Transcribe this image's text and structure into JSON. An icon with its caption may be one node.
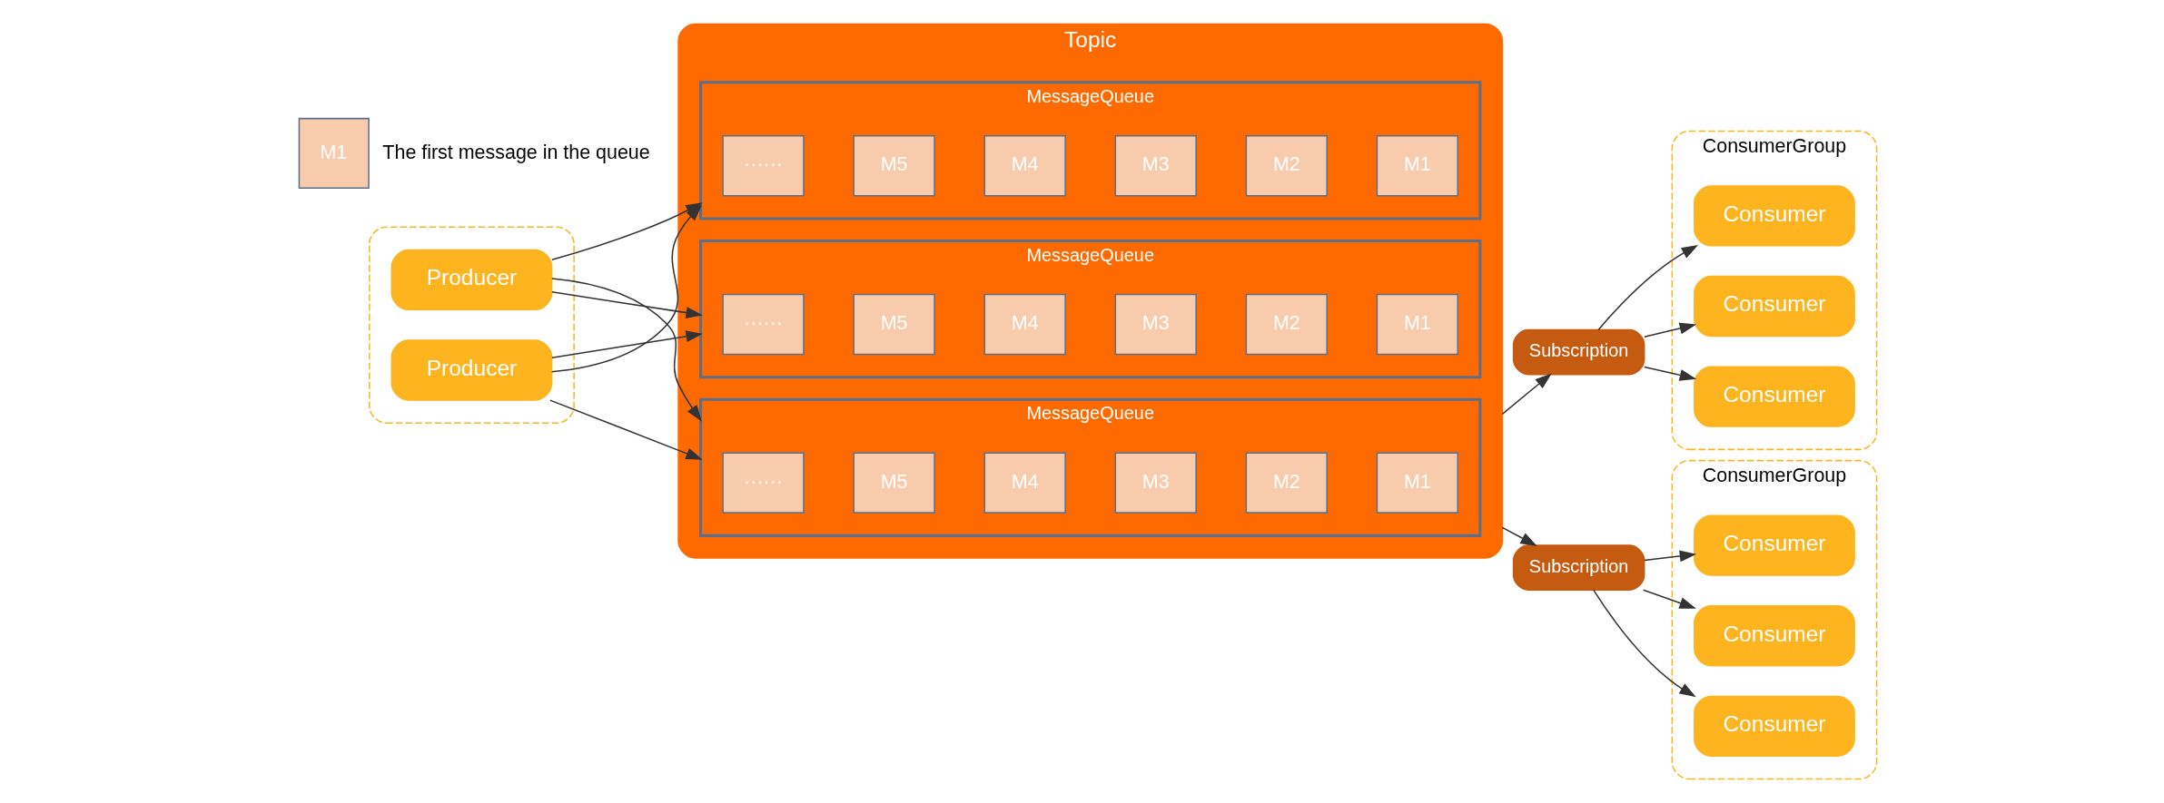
{
  "diagram": {
    "nodes": [
      {
        "text": [],
        "shape": "box"
      },
      {
        "text": [
          "Producer"
        ],
        "in": 0
      },
      {
        "text": [
          "Producer"
        ],
        "in": 0
      },
      {
        "text": [
          "Topic"
        ]
      },
      {
        "text": [
          "MessageQueue"
        ],
        "in": 3
      },
      {
        "text": [
          "······"
        ],
        "in": 4
      },
      {
        "text": [
          "M5"
        ],
        "in": 4
      },
      {
        "text": [
          "M4"
        ],
        "in": 4
      },
      {
        "text": [
          "M3"
        ],
        "in": 4
      },
      {
        "text": [
          "M2"
        ],
        "in": 4
      },
      {
        "text": [
          "M1"
        ],
        "in": 4
      },
      {
        "text": [
          "MessageQueue"
        ],
        "in": 3
      },
      {
        "text": [
          "······"
        ],
        "in": 11
      },
      {
        "text": [
          "M5"
        ],
        "in": 11
      },
      {
        "text": [
          "M4"
        ],
        "in": 11
      },
      {
        "text": [
          "M3"
        ],
        "in": 11
      },
      {
        "text": [
          "M2"
        ],
        "in": 11
      },
      {
        "text": [
          "M1"
        ],
        "in": 11
      },
      {
        "text": [
          "MessageQueue"
        ],
        "in": 3
      },
      {
        "text": [
          "······"
        ],
        "in": 18
      },
      {
        "text": [
          "M5"
        ],
        "in": 18
      },
      {
        "text": [
          "M4"
        ],
        "in": 18
      },
      {
        "text": [
          "M3"
        ],
        "in": 18
      },
      {
        "text": [
          "M2"
        ],
        "in": 18
      },
      {
        "text": [
          "M1"
        ],
        "in": 18
      },
      {
        "text": [
          "Subscription"
        ]
      },
      {
        "text": [
          "ConsumerGroup"
        ]
      },
      {
        "text": [
          "Consumer"
        ],
        "in": 26
      },
      {
        "text": [
          "Consumer"
        ],
        "in": 26
      },
      {
        "text": [
          "Consumer"
        ],
        "in": 26
      },
      {
        "text": [
          "Subscription"
        ]
      },
      {
        "text": [
          "ConsumerGroup"
        ]
      },
      {
        "text": [
          "Consumer"
        ],
        "in": 31
      },
      {
        "text": [
          "Consumer"
        ],
        "in": 31
      },
      {
        "text": [
          "Consumer"
        ],
        "in": 31
      }
    ],
    "edges": [
      {
        "from": 1,
        "to": 4,
        "arrow": "to"
      },
      {
        "from": 1,
        "to": 11,
        "arrow": "to"
      },
      {
        "from": 1,
        "to": 18,
        "arrow": "to"
      },
      {
        "from": 2,
        "to": 4,
        "arrow": "to"
      },
      {
        "from": 2,
        "to": 11,
        "arrow": "to"
      },
      {
        "from": 2,
        "to": 18,
        "arrow": "to"
      },
      {
        "from": 3,
        "to": 25,
        "arrow": "to"
      },
      {
        "from": 3,
        "to": 30,
        "arrow": "to"
      },
      {
        "from": 25,
        "to": 27,
        "arrow": "to"
      },
      {
        "from": 25,
        "to": 28,
        "arrow": "to"
      },
      {
        "from": 25,
        "to": 29,
        "arrow": "to"
      },
      {
        "from": 30,
        "to": 32,
        "arrow": "to"
      },
      {
        "from": 30,
        "to": 33,
        "arrow": "to"
      },
      {
        "from": 30,
        "to": 34,
        "arrow": "to"
      }
    ],
    "labels": [
      "M1"
    ],
    "legend": [
      {
        "text": "The first message in the queue",
        "color": "#f8cbad"
      }
    ]
  }
}
